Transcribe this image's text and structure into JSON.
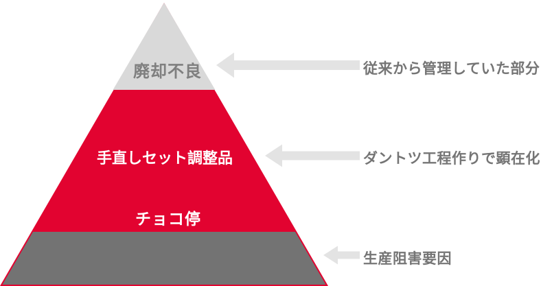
{
  "pyramid": {
    "top": {
      "label": "廃却不良",
      "fill": "#d9d9d9",
      "text_color": "#7f7f7f"
    },
    "middle": {
      "label_upper": "手直しセット調整品",
      "label_lower": "チョコ停",
      "fill": "#e20330",
      "text_color": "#ffffff"
    },
    "bottom": {
      "label": "",
      "fill": "#737373"
    }
  },
  "annotations": {
    "top": {
      "label": "従来から管理していた部分"
    },
    "middle": {
      "label": "ダントツ工程作りで顕在化"
    },
    "bottom": {
      "label": "生産阻害要因"
    }
  },
  "colors": {
    "arrow": "#e3e3e3",
    "annotation_text": "#757575",
    "background": "#ffffff"
  }
}
